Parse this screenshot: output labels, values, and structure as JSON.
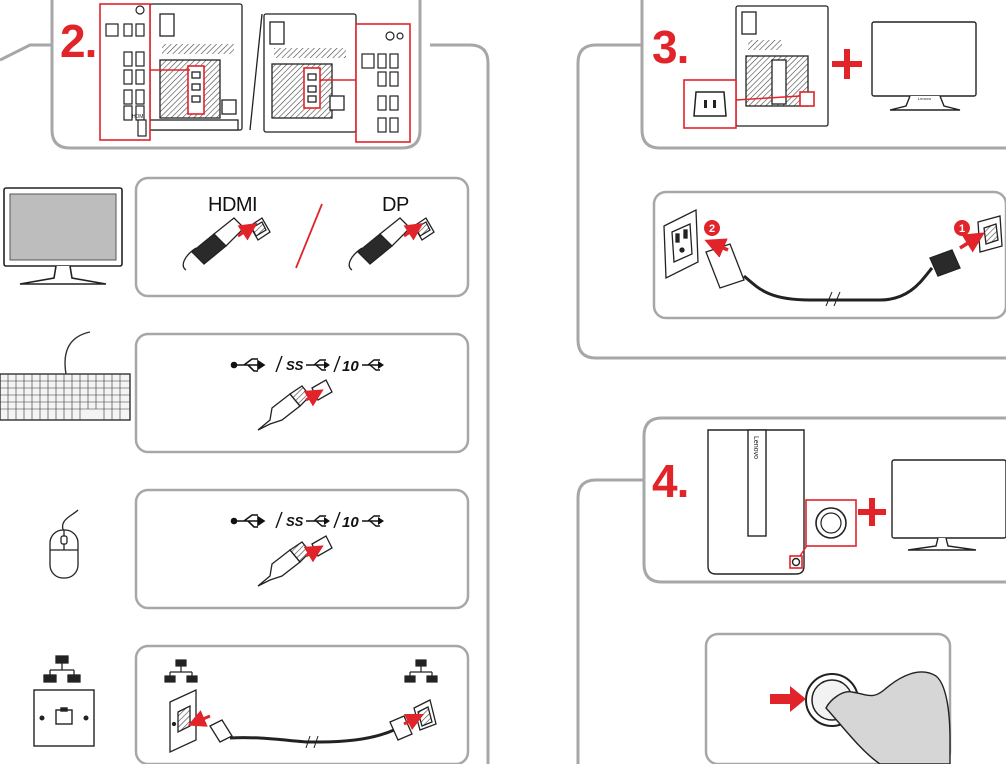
{
  "steps": {
    "step2": "2.",
    "step3": "3.",
    "step4": "4."
  },
  "labels": {
    "hdmi": "HDMI",
    "dp": "DP",
    "hdmi_port": "HDMI",
    "monitor_brand": "Lenovo"
  },
  "colors": {
    "accent": "#e1232a",
    "panel_border": "#a7a7a7",
    "outline": "#222222"
  },
  "icons": [
    "monitor-icon",
    "keyboard-icon",
    "mouse-icon",
    "network-icon",
    "usb-icon",
    "ss-usb-icon",
    "usb-10-icon",
    "power-plug-icon",
    "power-button-icon",
    "hand-icon",
    "plus-icon"
  ]
}
